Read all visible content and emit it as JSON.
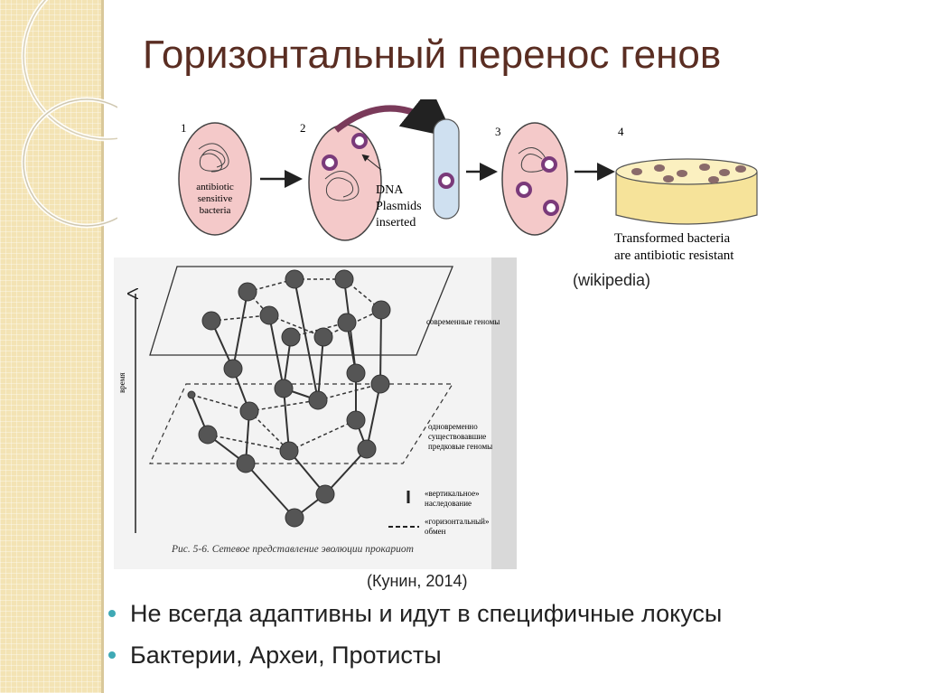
{
  "title": "Горизонтальный перенос генов",
  "top_diagram": {
    "steps": [
      "1",
      "2",
      "3",
      "4"
    ],
    "cell_label": "antibiotic sensitive bacteria",
    "cell_label_lines": [
      "antibiotic",
      "sensitive",
      "bacteria"
    ],
    "insert_label_lines": [
      "DNA",
      "Plasmids",
      "inserted"
    ],
    "result_lines": [
      "Transformed bacteria",
      "are antibiotic resistant"
    ],
    "source": "(wikipedia)"
  },
  "network_figure": {
    "axis_label": "время",
    "plane_top_label": "современные геномы",
    "plane_bottom_label_lines": [
      "одновременно",
      "существовавшие",
      "предковые геномы"
    ],
    "legend_vertical_lines": [
      "«вертикальное»",
      "наследование"
    ],
    "legend_horizontal_lines": [
      "«горизонтальный»",
      "обмен"
    ],
    "caption": "Рис. 5-6. Сетевое представление эволюции прокариот",
    "source": "(Кунин, 2014)"
  },
  "bullets": [
    "Не всегда адаптивны и идут в специфичные локусы",
    "Бактерии, Археи, Протисты"
  ],
  "colors": {
    "title": "#5a2d22",
    "bullet": "#3fa9b5",
    "cell": "#f4c9c9",
    "dish": "#f6e39a",
    "band": "#f3e3b4"
  }
}
